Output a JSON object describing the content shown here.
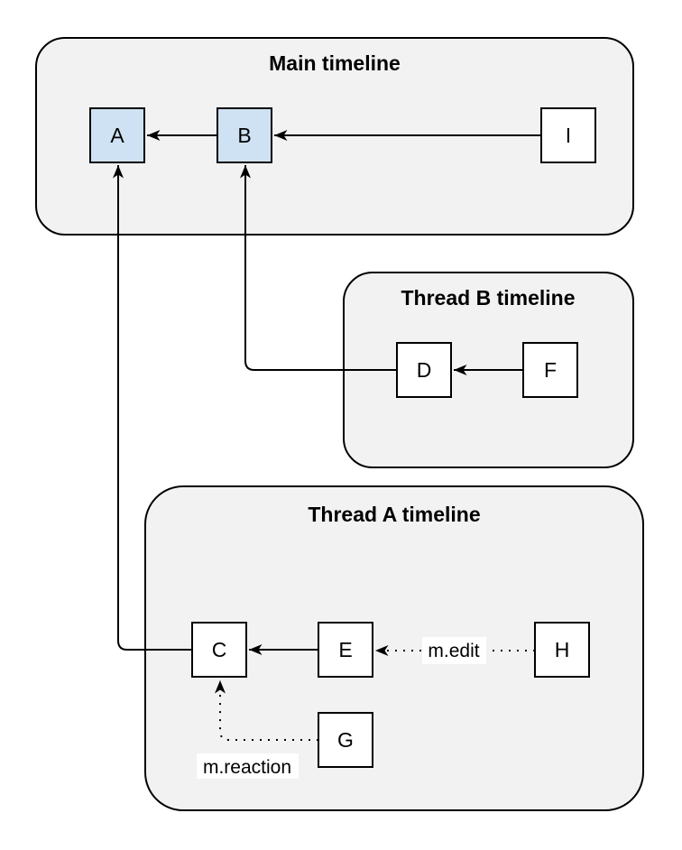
{
  "diagram": {
    "colors": {
      "container_fill": "#f2f2f2",
      "container_stroke": "#000000",
      "node_fill": "#ffffff",
      "node_highlight_fill": "#cfe2f3",
      "edge_color": "#000000",
      "label_bg": "#ffffff"
    },
    "containers": [
      {
        "id": "main",
        "title": "Main timeline"
      },
      {
        "id": "thread-b",
        "title": "Thread B timeline"
      },
      {
        "id": "thread-a",
        "title": "Thread A timeline"
      }
    ],
    "nodes": [
      {
        "id": "A",
        "label": "A",
        "highlighted": true,
        "container": "main"
      },
      {
        "id": "B",
        "label": "B",
        "highlighted": true,
        "container": "main"
      },
      {
        "id": "I",
        "label": "I",
        "highlighted": false,
        "container": "main"
      },
      {
        "id": "D",
        "label": "D",
        "highlighted": false,
        "container": "thread-b"
      },
      {
        "id": "F",
        "label": "F",
        "highlighted": false,
        "container": "thread-b"
      },
      {
        "id": "C",
        "label": "C",
        "highlighted": false,
        "container": "thread-a"
      },
      {
        "id": "E",
        "label": "E",
        "highlighted": false,
        "container": "thread-a"
      },
      {
        "id": "H",
        "label": "H",
        "highlighted": false,
        "container": "thread-a"
      },
      {
        "id": "G",
        "label": "G",
        "highlighted": false,
        "container": "thread-a"
      }
    ],
    "edges": [
      {
        "from": "B",
        "to": "A",
        "style": "solid",
        "label": ""
      },
      {
        "from": "I",
        "to": "B",
        "style": "solid",
        "label": ""
      },
      {
        "from": "F",
        "to": "D",
        "style": "solid",
        "label": ""
      },
      {
        "from": "E",
        "to": "C",
        "style": "solid",
        "label": ""
      },
      {
        "from": "C",
        "to": "A",
        "style": "solid",
        "label": ""
      },
      {
        "from": "D",
        "to": "B",
        "style": "solid",
        "label": ""
      },
      {
        "from": "H",
        "to": "E",
        "style": "dotted",
        "label": "m.edit"
      },
      {
        "from": "G",
        "to": "C",
        "style": "dotted",
        "label": "m.reaction"
      }
    ]
  }
}
